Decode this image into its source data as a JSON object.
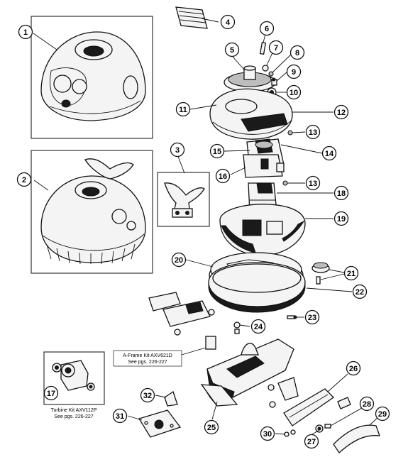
{
  "callouts": [
    {
      "id": "1",
      "num": "1"
    },
    {
      "id": "2",
      "num": "2"
    },
    {
      "id": "3",
      "num": "3"
    },
    {
      "id": "4",
      "num": "4"
    },
    {
      "id": "5",
      "num": "5"
    },
    {
      "id": "6",
      "num": "6"
    },
    {
      "id": "7",
      "num": "7"
    },
    {
      "id": "8",
      "num": "8"
    },
    {
      "id": "9",
      "num": "9"
    },
    {
      "id": "10",
      "num": "10"
    },
    {
      "id": "11",
      "num": "11"
    },
    {
      "id": "12",
      "num": "12"
    },
    {
      "id": "13a",
      "num": "13"
    },
    {
      "id": "13b",
      "num": "13"
    },
    {
      "id": "14",
      "num": "14"
    },
    {
      "id": "15",
      "num": "15"
    },
    {
      "id": "16",
      "num": "16"
    },
    {
      "id": "17",
      "num": "17"
    },
    {
      "id": "18",
      "num": "18"
    },
    {
      "id": "19",
      "num": "19"
    },
    {
      "id": "20",
      "num": "20"
    },
    {
      "id": "21",
      "num": "21"
    },
    {
      "id": "22",
      "num": "22"
    },
    {
      "id": "23",
      "num": "23"
    },
    {
      "id": "24",
      "num": "24"
    },
    {
      "id": "25",
      "num": "25"
    },
    {
      "id": "26",
      "num": "26"
    },
    {
      "id": "27",
      "num": "27"
    },
    {
      "id": "28",
      "num": "28"
    },
    {
      "id": "29",
      "num": "29"
    },
    {
      "id": "30",
      "num": "30"
    },
    {
      "id": "31",
      "num": "31"
    },
    {
      "id": "32",
      "num": "32"
    }
  ],
  "kits": {
    "aframe": {
      "line1": "A-Frame Kit AXV621D",
      "line2": "See pgs. 226-227"
    },
    "turbine": {
      "line1": "Turbine Kit AXV112P",
      "line2": "See pgs. 226-227"
    }
  }
}
